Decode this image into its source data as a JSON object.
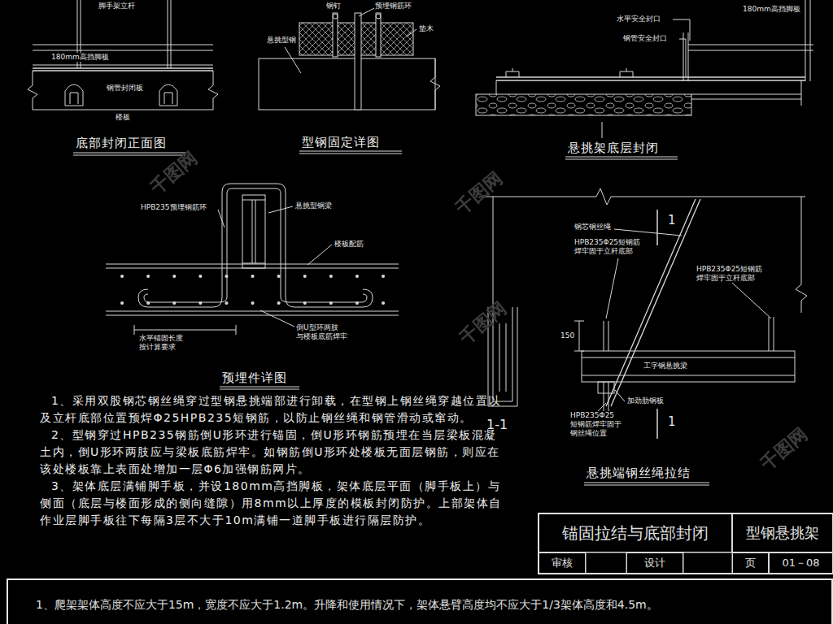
{
  "diagram": {
    "nodes": [
      {
        "text": [
          "锚固拉结与底部封闭"
        ]
      },
      {
        "text": [
          "型钢悬挑架"
        ]
      },
      {
        "text": [
          "审核"
        ]
      },
      {
        "text": [
          "设计"
        ]
      },
      {
        "text": [
          "页"
        ]
      },
      {
        "text": [
          "01－08"
        ]
      },
      {
        "text": [
          "1、爬架架体高度不应大于15m，宽度不应大于1.2m。升降和使用情况下，架体悬臂高度均不应大于1/3架体高度和4.5m。"
        ]
      }
    ],
    "labels": [
      "脚手架立杆",
      "180mm高挡脚板",
      "钢管封闭板",
      "楼板",
      "底部封闭正面图",
      "钢钉",
      "预埋钢筋环",
      "垫木",
      "悬挑型钢",
      "型钢固定详图",
      "180mm高挡脚板",
      "水平安全封口",
      "钢管安全封口",
      "悬挑架底层封闭",
      "HPB235预埋钢筋环",
      "悬挑型钢梁",
      "楼板配筋",
      "倒U型环两肢 与楼板底筋焊牢",
      "水平锚固长度 按计算要求",
      "预埋件详图",
      "钢芯钢丝绳",
      "HPB235Φ25短钢筋 焊牢固于立杆底部",
      "HPB235Φ25短钢筋 焊牢固于立杆底部",
      "150",
      "工字钢悬挑梁",
      "加劲肋钢板",
      "HPB235Φ25 短钢筋焊牢固于 钢丝绳位置",
      "1",
      "1",
      "1-1",
      "悬挑端钢丝绳拉结",
      "1、采用双股钢芯钢丝绳穿过型钢悬挑端部进行卸载，在型钢上钢丝绳穿越位置以及立杆底部位置预焊Φ25HPB235短钢筋，以防止钢丝绳和钢管滑动或窜动。",
      "2、型钢穿过HPB235钢筋倒U形环进行锚固，倒U形环钢筋预埋在当层梁板混凝土内，倒U形环两肢应与梁板底筋焊牢。如钢筋倒U形环处楼板无面层钢筋，则应在该处楼板靠上表面处增加一层Φ6加强钢筋网片。",
      "3、架体底层满铺脚手板，并设180mm高挡脚板，架体底层平面（脚手板上）与侧面（底层与楼面形成的侧向缝隙）用8mm以上厚度的模板封闭防护。上部架体自作业层脚手板往下每隔3层不大于10m满铺一道脚手板进行隔层防护。",
      "千图网",
      "千图网",
      "千图网",
      "千图网"
    ]
  }
}
